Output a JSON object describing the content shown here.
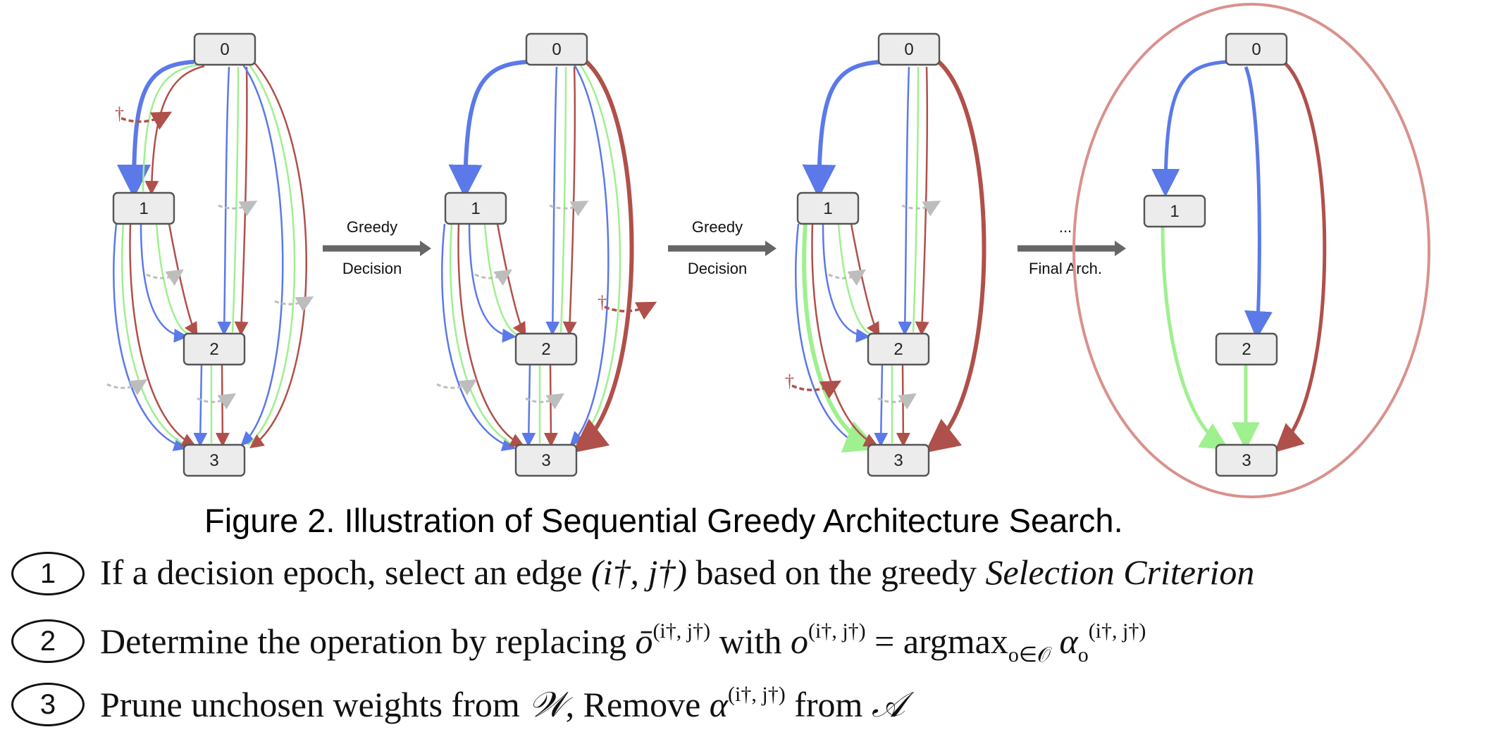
{
  "nodes": [
    "0",
    "1",
    "2",
    "3"
  ],
  "arrows": [
    {
      "top": "Greedy",
      "bottom": "Decision"
    },
    {
      "top": "Greedy",
      "bottom": "Decision"
    },
    {
      "top": "...",
      "bottom": "Final Arch."
    }
  ],
  "dagger": "†",
  "caption": "Figure 2. Illustration of Sequential Greedy Architecture Search.",
  "steps": [
    {
      "num": "1",
      "pre": "If a decision epoch, select an edge ",
      "math": "(i†, j†)",
      "mid": " based on the greedy ",
      "italic": "Selection Criterion"
    },
    {
      "num": "2",
      "pre": "Determine the operation by replacing ",
      "math1": "ō",
      "sup1": "(i†, j†)",
      "mid": " with ",
      "math2": "o",
      "sup2": "(i†, j†)",
      "eq": " = argmax",
      "sub": "o∈𝒪",
      "math3": "  α",
      "sub3": "o",
      "sup3": "(i†, j†)"
    },
    {
      "num": "3",
      "pre": "Prune unchosen weights from ",
      "math1": "𝒲",
      "mid": ", Remove ",
      "math2": "α",
      "sup2": "(i†, j†)",
      "mid2": " from ",
      "math3": "𝒜"
    }
  ],
  "colors": {
    "blue": "#5b79e8",
    "green": "#9ff08f",
    "red": "#b0504a",
    "gray": "#bdbdbd",
    "highlight": "#d9918c"
  }
}
